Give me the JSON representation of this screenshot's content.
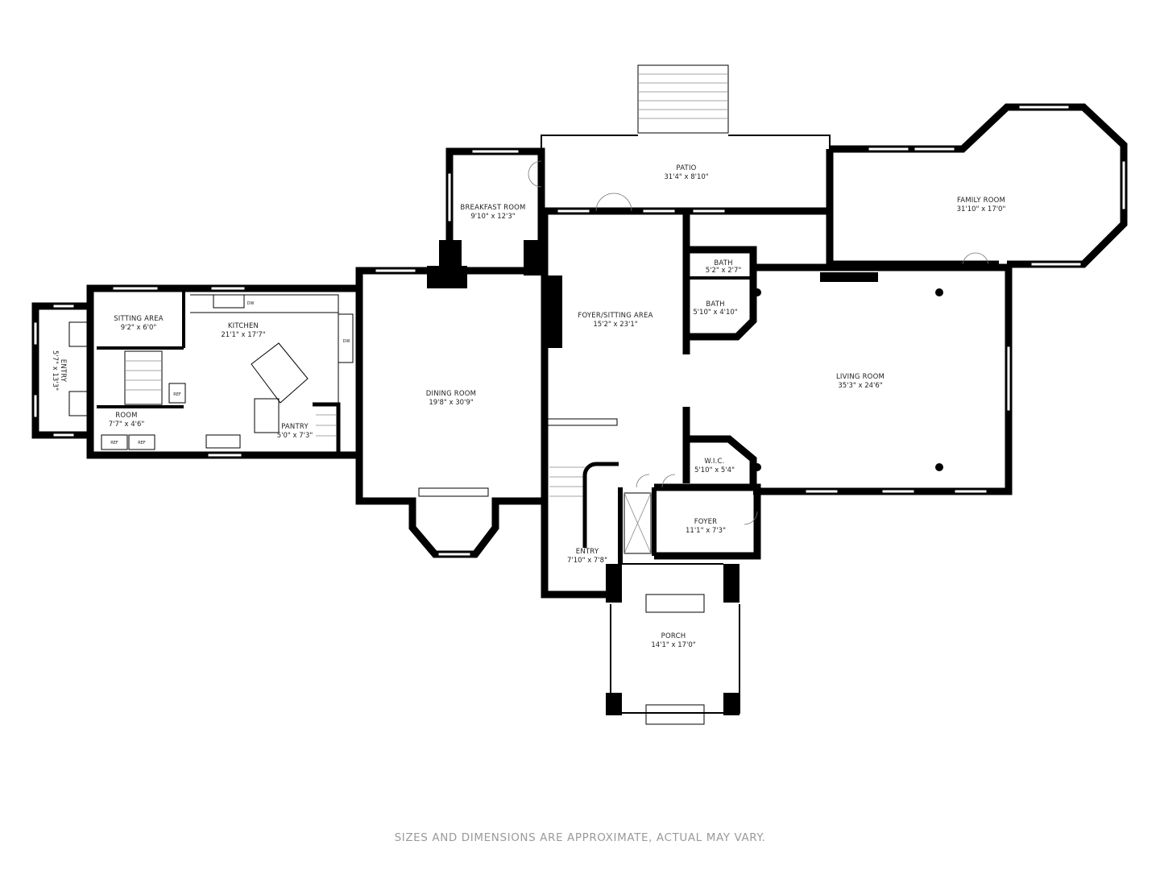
{
  "rooms": {
    "patio": {
      "name": "PATIO",
      "dims": "31'4\" x 8'10\""
    },
    "family_room": {
      "name": "FAMILY ROOM",
      "dims": "31'10\" x 17'0\""
    },
    "breakfast_room": {
      "name": "BREAKFAST ROOM",
      "dims": "9'10\" x 12'3\""
    },
    "bath_small": {
      "name": "BATH",
      "dims": "5'2\" x 2'7\""
    },
    "bath": {
      "name": "BATH",
      "dims": "5'10\" x 4'10\""
    },
    "sitting_area": {
      "name": "SITTING AREA",
      "dims": "9'2\" x 6'0\""
    },
    "kitchen": {
      "name": "KITCHEN",
      "dims": "21'1\" x 17'7\""
    },
    "foyer_sitting": {
      "name": "FOYER/SITTING AREA",
      "dims": "15'2\" x 23'1\""
    },
    "entry_side": {
      "name": "ENTRY",
      "dims": "5'7\" x 13'3\""
    },
    "dining_room": {
      "name": "DINING ROOM",
      "dims": "19'8\" x 30'9\""
    },
    "living_room": {
      "name": "LIVING ROOM",
      "dims": "35'3\" x 24'6\""
    },
    "room": {
      "name": "ROOM",
      "dims": "7'7\" x 4'6\""
    },
    "pantry": {
      "name": "PANTRY",
      "dims": "5'0\" x 7'3\""
    },
    "wic": {
      "name": "W.I.C.",
      "dims": "5'10\" x 5'4\""
    },
    "foyer": {
      "name": "FOYER",
      "dims": "11'1\" x 7'3\""
    },
    "entry": {
      "name": "ENTRY",
      "dims": "7'10\" x 7'8\""
    },
    "porch": {
      "name": "PORCH",
      "dims": "14'1\" x 17'0\""
    }
  },
  "appliances": {
    "dw_top": "DW",
    "dw_side": "DW",
    "ref_small": "REF",
    "ref_a": "REF",
    "ref_b": "REF"
  },
  "disclaimer": "SIZES AND DIMENSIONS ARE APPROXIMATE, ACTUAL MAY VARY."
}
